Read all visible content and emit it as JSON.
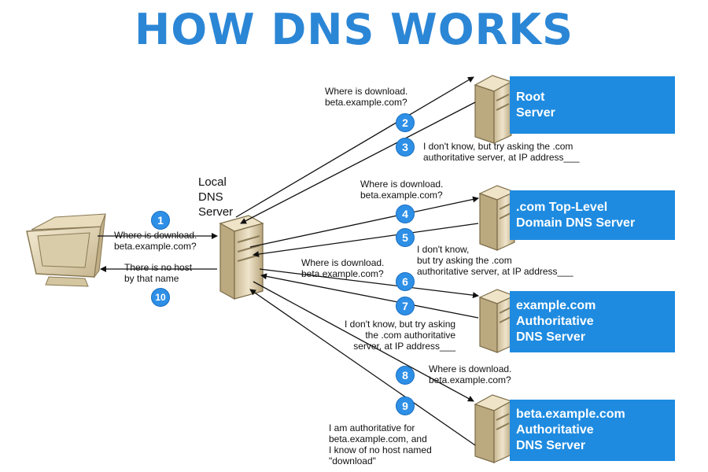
{
  "title": "HOW DNS WORKS",
  "local_server": [
    "Local",
    "DNS",
    "Server"
  ],
  "servers": {
    "root": [
      "Root",
      "Server"
    ],
    "tld": [
      ".com Top-Level",
      "Domain DNS Server"
    ],
    "example": [
      "example.com",
      "Authoritative",
      "DNS Server"
    ],
    "beta": [
      "beta.example.com",
      "Authoritative",
      "DNS Server"
    ]
  },
  "steps": [
    "1",
    "2",
    "3",
    "4",
    "5",
    "6",
    "7",
    "8",
    "9",
    "10"
  ],
  "messages": {
    "q_client": [
      "Where is download.",
      "beta.example.com?"
    ],
    "a_client": [
      "There is no host",
      "by that name"
    ],
    "q_root": [
      "Where is download.",
      "beta.example.com?"
    ],
    "a_root": [
      "I don't know, but try asking the .com",
      "authoritative server, at IP address___"
    ],
    "q_tld": [
      "Where is download.",
      "beta.example.com?"
    ],
    "a_tld": [
      "I don't know,",
      "but try asking the .com",
      "authoritative server, at IP address___"
    ],
    "q_example": [
      "Where is download.",
      "beta.example.com?"
    ],
    "a_example": [
      "I don't know, but try asking",
      "the .com authoritative",
      "server, at IP address___"
    ],
    "q_beta": [
      "Where is download.",
      "beta.example.com?"
    ],
    "a_beta": [
      "I am authoritative for",
      "beta.example.com, and",
      "I know of no host named",
      "\"download\""
    ]
  },
  "colors": {
    "title": "#2b86d6",
    "panel": "#1e8be0",
    "badge": "#2e8fe6"
  }
}
